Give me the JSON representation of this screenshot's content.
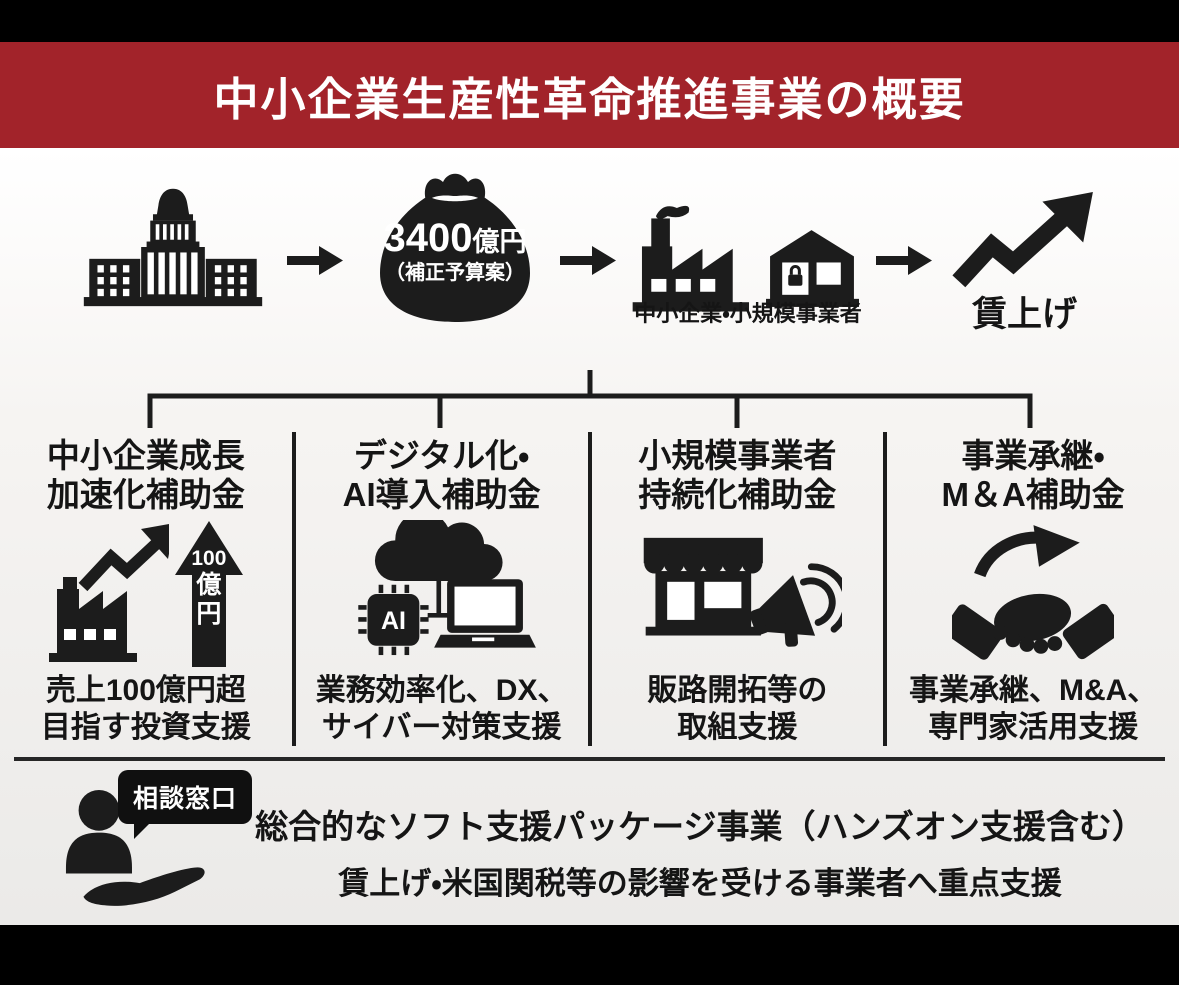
{
  "title": "中小企業生産性革命推進事業の概要",
  "colors": {
    "banner_red": "#a2232a",
    "icon_ink": "#1c1c1c",
    "background_light": "#f2f0ee"
  },
  "flow": {
    "budget_main": "3400",
    "budget_unit": "億円",
    "budget_note": "（補正予算案）",
    "businesses_label": "中小企業・小規模事業者",
    "outcome_label": "賃上げ"
  },
  "programs": [
    {
      "title_line1": "中小企業成長",
      "title_line2": "加速化補助金",
      "badge_value": "100",
      "badge_unit_1": "億",
      "badge_unit_2": "円",
      "desc_line1": "売上100億円超",
      "desc_line2": "目指す投資支援"
    },
    {
      "title_line1": "デジタル化・",
      "title_line2": "AI導入補助金",
      "chip_label": "AI",
      "desc_line1": "業務効率化、DX、",
      "desc_line2": "サイバー対策支援"
    },
    {
      "title_line1": "小規模事業者",
      "title_line2": "持続化補助金",
      "desc_line1": "販路開拓等の",
      "desc_line2": "取組支援"
    },
    {
      "title_line1": "事業承継・",
      "title_line2": "M＆A補助金",
      "desc_line1": "事業承継、M&A、",
      "desc_line2": "専門家活用支援"
    }
  ],
  "footer": {
    "bubble_label": "相談窓口",
    "line1": "総合的なソフト支援パッケージ事業（ハンズオン支援含む）",
    "line2": "賃上げ・米国関税等の影響を受ける事業者へ重点支援"
  }
}
